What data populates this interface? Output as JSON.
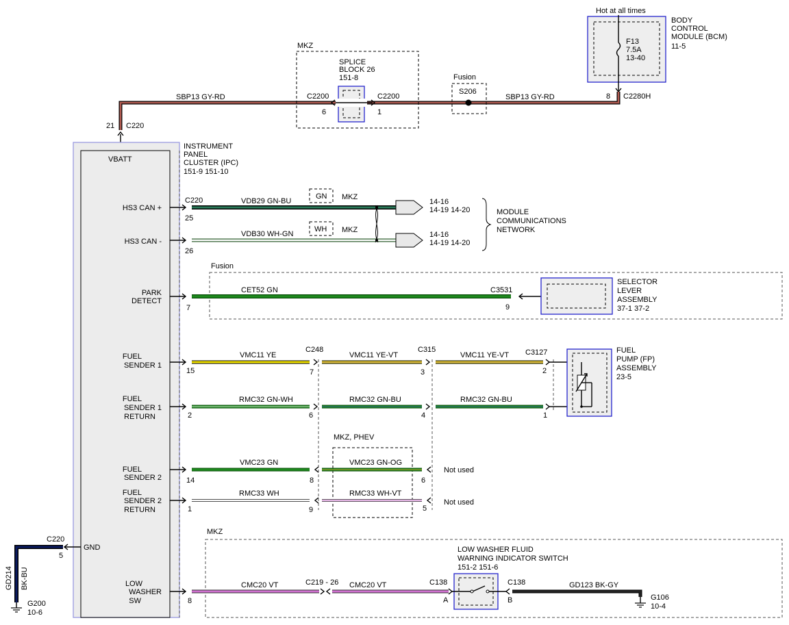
{
  "colors": {
    "gy_rd": "#b05a50",
    "gn_bu": "#2a7a5a",
    "green": "#1d8a1d",
    "yellow": "#f0e000",
    "violet": "#d070d0",
    "pinkish": "#e6b8e6",
    "black": "#111111",
    "bk_bu": "#0a1a60",
    "module_border": "#2222cc"
  },
  "top": {
    "hot_label": "Hot at all times",
    "bcm_title": [
      "BODY",
      "CONTROL",
      "MODULE (BCM)",
      "11-5"
    ],
    "fuse": [
      "F13",
      "7.5A",
      "13-40"
    ],
    "bcm_pin": "8",
    "bcm_conn": "C2280H",
    "wire_right": "SBP13   GY-RD",
    "wire_left": "SBP13   GY-RD",
    "mkz_label": "MKZ",
    "splice_title": [
      "SPLICE",
      "BLOCK 26",
      "151-8"
    ],
    "splice_left_conn": "C2200",
    "splice_left_pin": "6",
    "splice_right_conn": "C2200",
    "splice_right_pin": "1",
    "fusion_label": "Fusion",
    "s206": "S206",
    "ipc_pin": "21",
    "ipc_conn": "C220"
  },
  "ipc": {
    "title": [
      "INSTRUMENT",
      "PANEL",
      "CLUSTER (IPC)",
      "151-9   151-10"
    ],
    "vbatt": "VBATT",
    "gnd": "GND",
    "pins": {
      "hs3_plus": [
        "HS3 CAN +"
      ],
      "hs3_minus": [
        "HS3 CAN -"
      ],
      "park": [
        "PARK",
        "DETECT"
      ],
      "fs1": [
        "FUEL",
        "SENDER 1"
      ],
      "fs1r": [
        "FUEL",
        "SENDER 1",
        "RETURN"
      ],
      "fs2": [
        "FUEL",
        "SENDER 2"
      ],
      "fs2r": [
        "FUEL",
        "SENDER 2",
        "RETURN"
      ],
      "lowsw": [
        "LOW",
        "WASHER",
        "SW"
      ]
    }
  },
  "can": {
    "conn": "C220",
    "pin_plus": "25",
    "pin_minus": "26",
    "wire_plus": "VDB29   GN-BU",
    "wire_minus": "VDB30   WH-GN",
    "alt_plus": "GN",
    "alt_minus": "WH",
    "mkz1": "MKZ",
    "mkz2": "MKZ",
    "ref_plus_a": "14-16",
    "ref_plus_b": "14-19   14-20",
    "ref_minus_a": "14-16",
    "ref_minus_b": "14-19   14-20",
    "network": [
      "MODULE",
      "COMMUNICATIONS",
      "NETWORK"
    ]
  },
  "park": {
    "fusion_label": "Fusion",
    "pin_left": "7",
    "wire": "CET52   GN",
    "conn": "C3531",
    "pin_right": "9",
    "selector": [
      "SELECTOR",
      "LEVER",
      "ASSEMBLY",
      "37-1    37-2"
    ]
  },
  "fuel": {
    "fs1_pin": "15",
    "fs1_w1": "VMC11   YE",
    "c248": "C248",
    "fs1_p248": "7",
    "fs1_w2": "VMC11   YE-VT",
    "c315": "C315",
    "fs1_p315": "3",
    "fs1_w3": "VMC11   YE-VT",
    "c3127": "C3127",
    "fs1_p3127": "2",
    "fs1r_pin": "2",
    "fs1r_w1": "RMC32   GN-WH",
    "fs1r_p248": "6",
    "fs1r_w2": "RMC32   GN-BU",
    "fs1r_p315": "4",
    "fs1r_w3": "RMC32   GN-BU",
    "fs1r_p3127": "1",
    "pump": [
      "FUEL",
      "PUMP (FP)",
      "ASSEMBLY",
      "23-5"
    ],
    "mkz_phev": "MKZ, PHEV",
    "fs2_pin": "14",
    "fs2_w1": "VMC23   GN",
    "fs2_p248": "8",
    "fs2_w2": "VMC23   GN-OG",
    "fs2_p315": "6",
    "fs2r_pin": "1",
    "fs2r_w1": "RMC33    WH",
    "fs2r_p248": "9",
    "fs2r_w2": "RMC33   WH-VT",
    "fs2r_p315": "5",
    "not_used_1": "Not used",
    "not_used_2": "Not used"
  },
  "ground": {
    "conn": "C220",
    "pin": "5",
    "wire_a": "GD214",
    "wire_b": "BK-BU",
    "g200": "G200",
    "g200_ref": "10-6"
  },
  "washer": {
    "mkz_label": "MKZ",
    "pin_ipc": "8",
    "wire1": "CMC20   VT",
    "c219": "C219 - 26",
    "wire2": "CMC20   VT",
    "c138_left": "C138",
    "pin_a": "A",
    "c138_right": "C138",
    "pin_b": "B",
    "switch_title": [
      "LOW WASHER FLUID",
      "WARNING INDICATOR SWITCH",
      "151-2   151-6"
    ],
    "wire3": "GD123   BK-GY",
    "g106": "G106",
    "g106_ref": "10-4"
  }
}
